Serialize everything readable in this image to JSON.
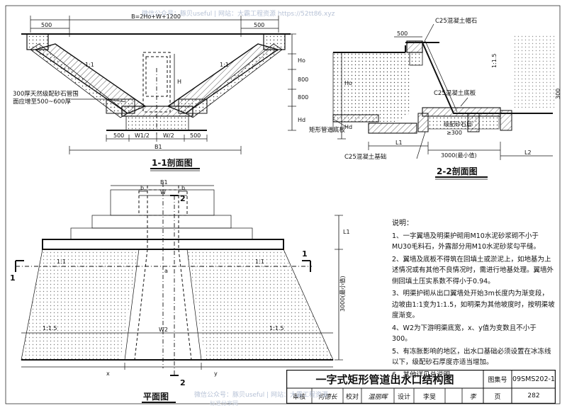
{
  "watermark": {
    "top": "微信公众号：豚贝useful | 网站：大霸工程资源 https://52tt86.xyz",
    "bottom": "微信公众号：豚贝useful | 网站：大霸工程资源",
    "bottom2": "标准分享网"
  },
  "section_1_1": {
    "title": "1-1剖面图",
    "top_dim": "B=2Ho+W+1200",
    "dim_500_left": "500",
    "dim_500_right": "500",
    "slope_left": "1:1",
    "slope_right": "1:1",
    "label_H": "H",
    "label_Ho": "Ho",
    "label_Hd": "Hd",
    "dim_800_a": "800",
    "dim_800_b": "800",
    "bottom_500_left": "500",
    "bottom_500_right": "500",
    "w_half_left": "W1/2",
    "w_half_right": "W/2",
    "b1": "B1",
    "note": "300厚天然级配砂石管围\n面应增至500~600厚"
  },
  "section_2_2": {
    "title": "2-2剖面图",
    "label_cap": "C25混凝土帽石",
    "label_bottom_plate": "C25混凝土底板",
    "label_gravel": "级配砂石层",
    "label_gravel_2": "≥300",
    "label_pipe_floor": "矩形管道底板",
    "label_foundation": "C25混凝土基础",
    "slope": "1:1.5",
    "dim_500": "500",
    "dim_300": "300",
    "dim_3000": "3000(最小值)",
    "L1": "L1",
    "L2": "L2",
    "Ho": "Ho",
    "Hd": "Hd"
  },
  "plan": {
    "title": "平面图",
    "B1": "B1",
    "W": "W",
    "b_left": "b",
    "b_right": "b",
    "slope_1_1_left": "1:1",
    "slope_1_1_right": "1:1",
    "slope_1_1_5_left": "1:1.5",
    "slope_1_1_5_right": "1:1.5",
    "W2": "W2",
    "L1": "L1",
    "dim_3000": "3000(最小值)",
    "a": "a",
    "x": "x",
    "y": "y",
    "sec_1_top": "1",
    "sec_1_bot": "1",
    "sec_2_top": "2",
    "sec_2_bot": "2"
  },
  "notes": {
    "head": "说明：",
    "items": [
      "1、一字翼墙及明渠护砌用M10水泥砂浆砌不小于MU30毛料石，外露部分用M10水泥砂浆勾平缝。",
      "2、翼墙及底板不得筑在回填土或淤泥上，如地基为上述情况或有其他不良情况时，需进行地基处理。翼墙外侧回填土压实系数不得小于0.94。",
      "3、明渠护砌从出口翼墙处开始3m长度内为渐变段，边坡由1:1变为1:1.5，如明渠为其他坡度时，按明渠坡度渐变。",
      "4、W2为下游明渠底宽，x、y值为变数且不小于300。",
      "5、有冻胀影响的地区，出水口基础必须设置在冰冻线以下，级配砂石厚度亦适当增加。",
      "6、其他详见总说明。"
    ]
  },
  "title_block": {
    "drawing_title": "一字式矩形管道出水口结构图",
    "atlas_label": "图集号",
    "atlas_no": "09SMS202-1",
    "review_label": "审核",
    "review_name": "何德长",
    "check_label": "校对",
    "check_name": "温丽晖",
    "design_label": "设计",
    "design_name": "李旻",
    "page_label": "页",
    "page_no": "282"
  }
}
